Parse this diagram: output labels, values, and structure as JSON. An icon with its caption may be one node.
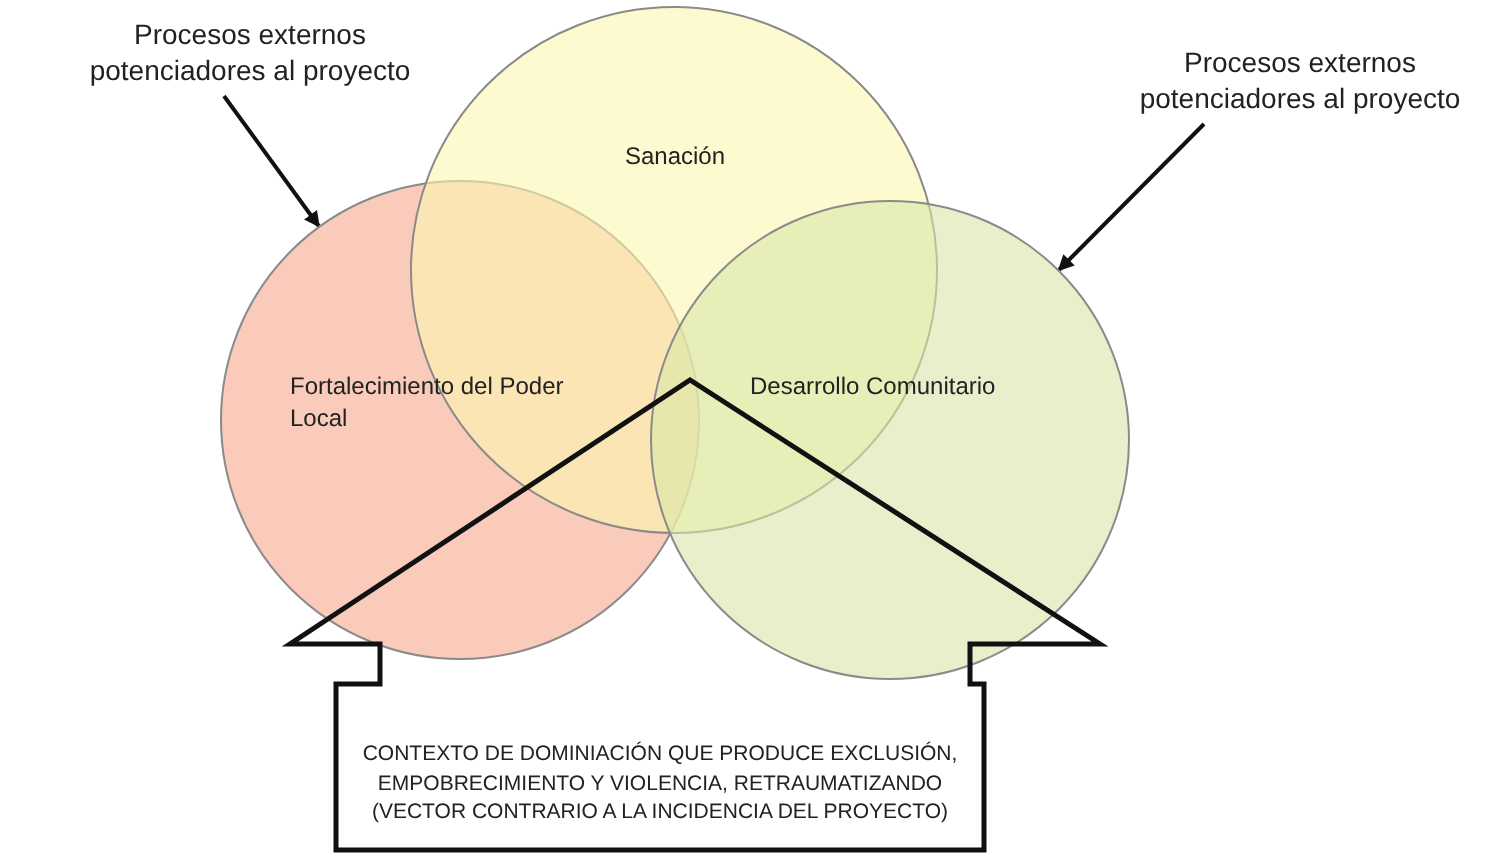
{
  "diagram": {
    "nodes": [
      {
        "text": [
          "Procesos externos potenciadores al proyecto"
        ]
      },
      {
        "text": [
          "Procesos externos potenciadores al proyecto"
        ]
      },
      {
        "text": [
          "Sanación"
        ]
      },
      {
        "text": [
          "Fortalecimiento del Poder Local"
        ]
      },
      {
        "text": [
          "Desarrollo Comunitario"
        ]
      },
      {
        "text": [
          "CONTEXTO DE DOMINIACIÓN QUE PRODUCE EXCLUSIÓN, EMPOBRECIMIENTO Y VIOLENCIA, RETRAUMATIZANDO (VECTOR CONTRARIO A LA INCIDENCIA DEL PROYECTO)"
        ]
      }
    ],
    "edges": [
      {
        "from": 0,
        "to": 3,
        "arrow": "to"
      },
      {
        "from": 1,
        "to": 4,
        "arrow": "to"
      }
    ]
  }
}
